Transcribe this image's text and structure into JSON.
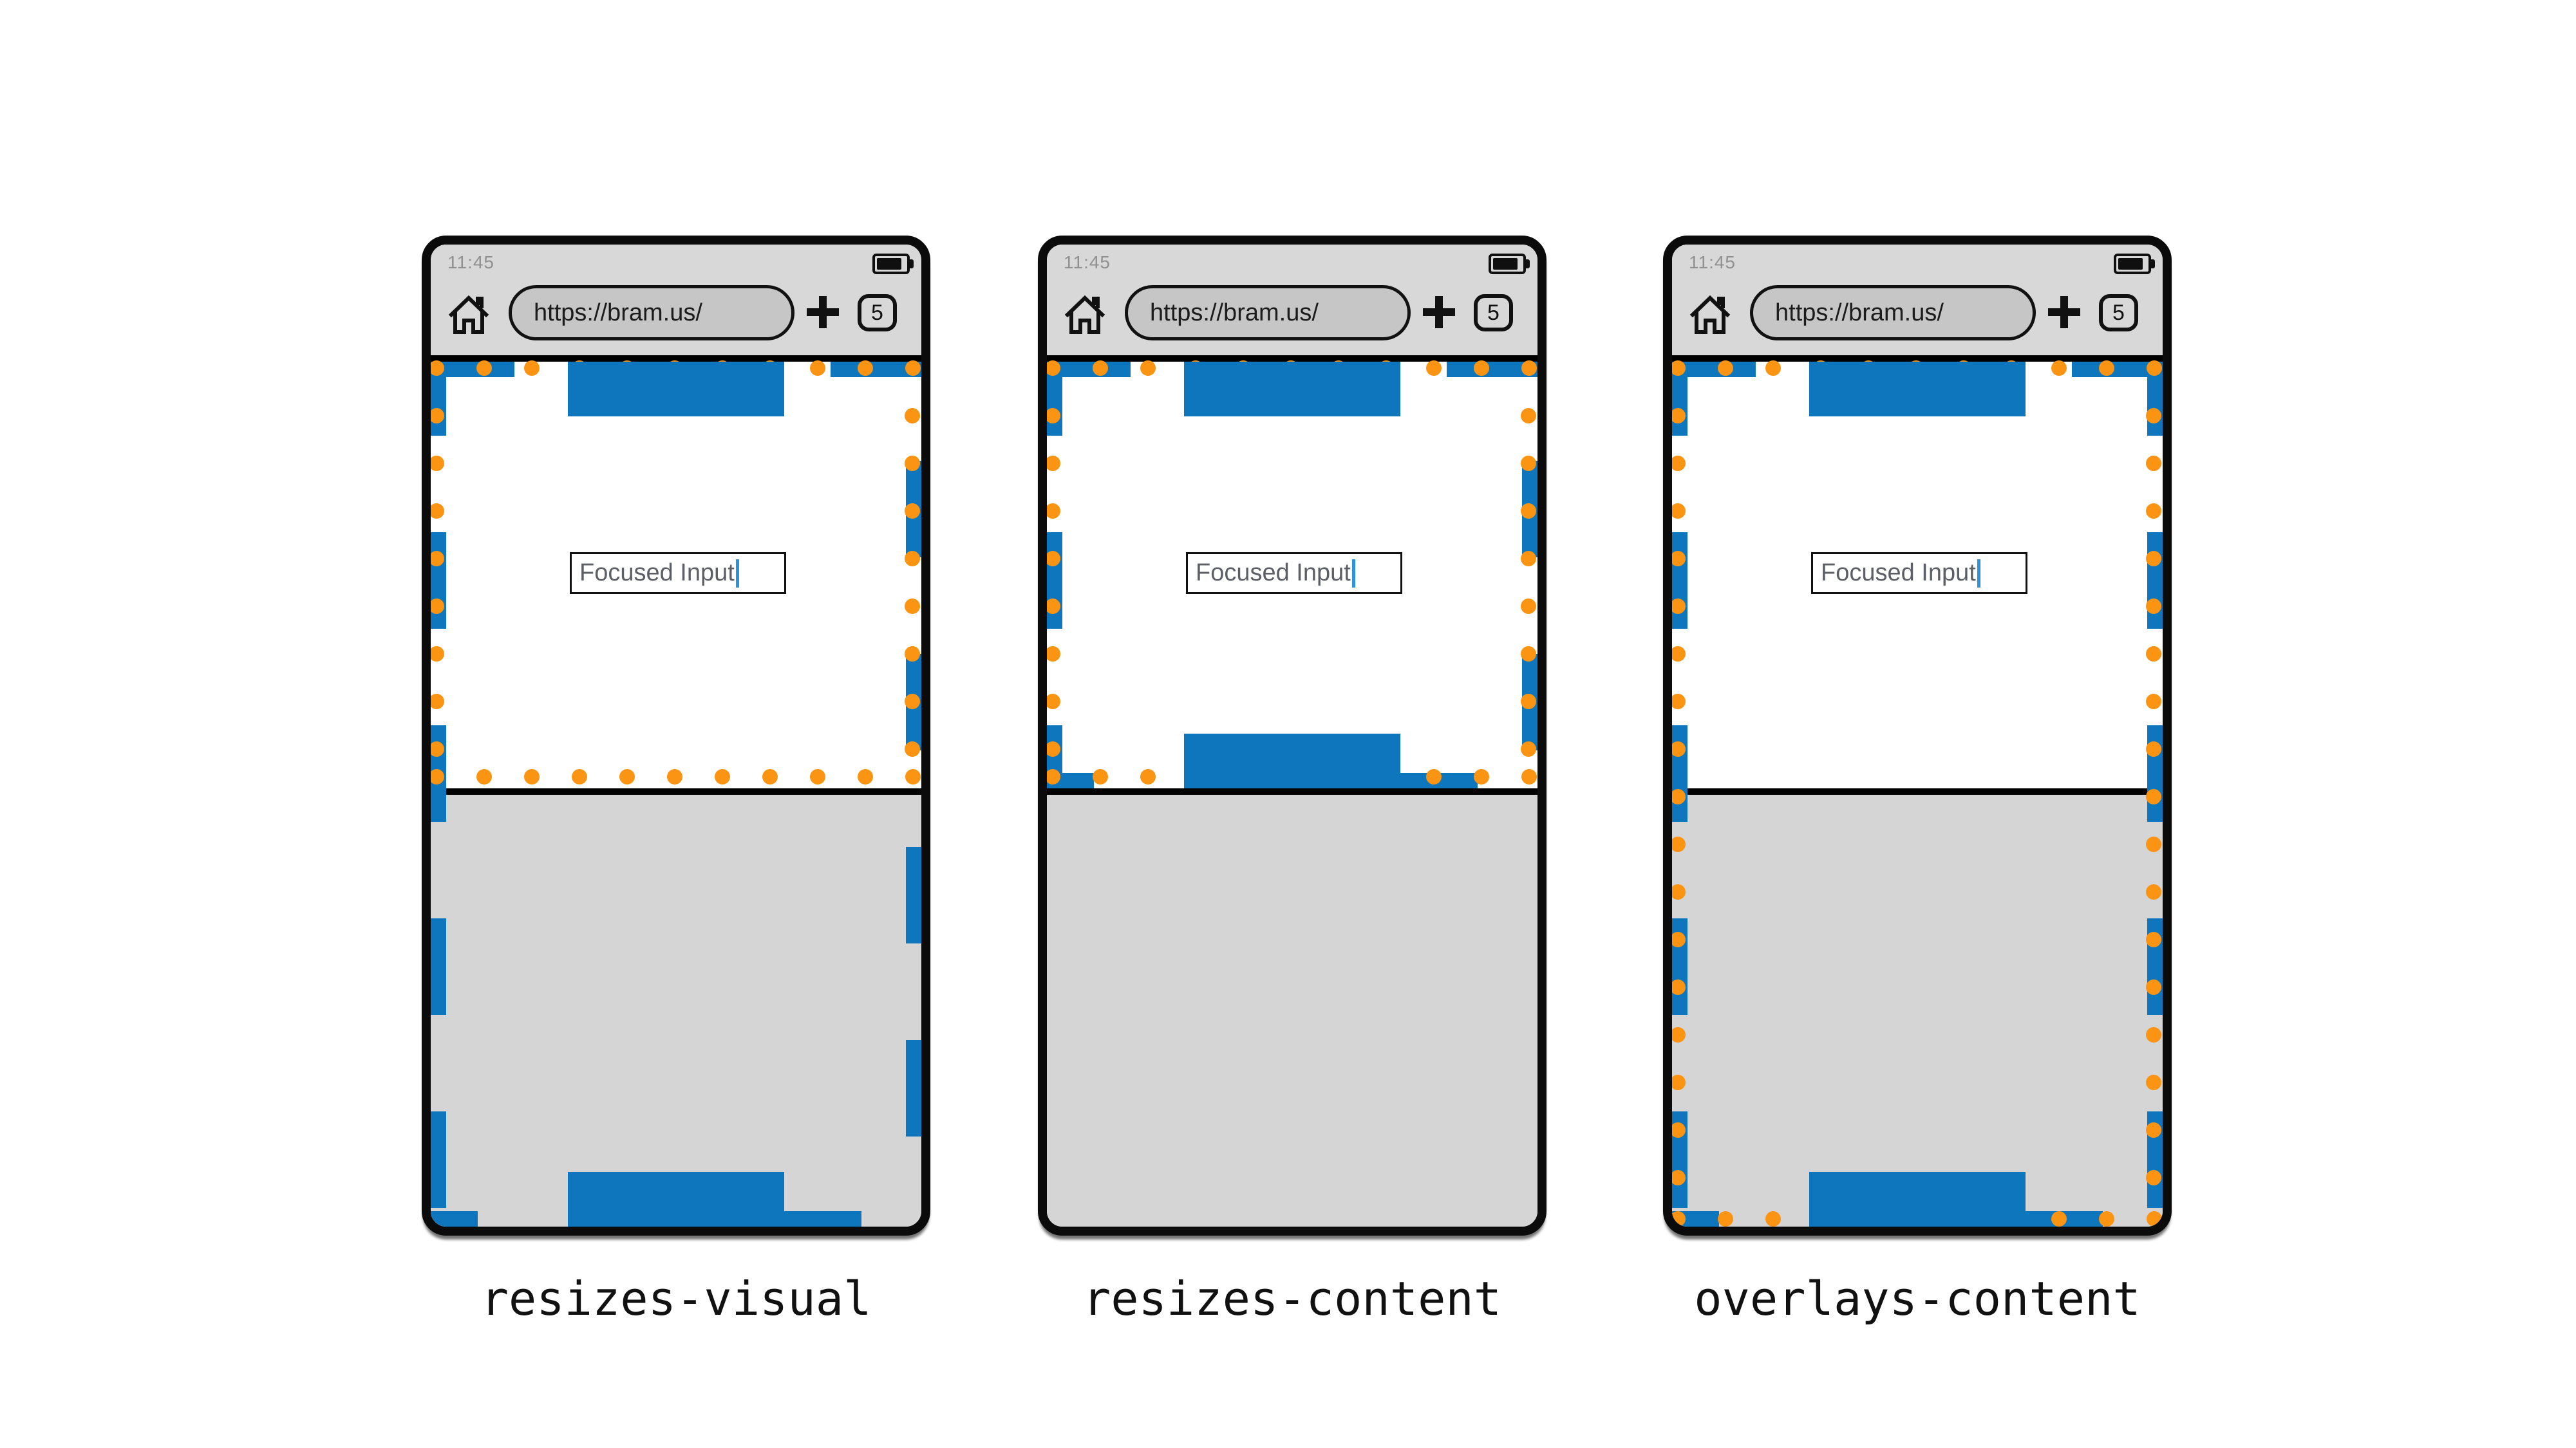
{
  "figure": {
    "phones": [
      {
        "label": "resizes-visual",
        "layout_viewport": "full-screen",
        "visual_viewport": "above-keyboard"
      },
      {
        "label": "resizes-content",
        "layout_viewport": "above-keyboard",
        "visual_viewport": "above-keyboard"
      },
      {
        "label": "overlays-content",
        "layout_viewport": "full-screen",
        "visual_viewport": "full-screen"
      }
    ]
  },
  "browser": {
    "status_time": "11:45",
    "url": "https://bram.us/",
    "new_tab_label": "+",
    "tab_count": "5"
  },
  "page": {
    "input_value": "Focused Input"
  },
  "icons": {
    "home": "home-icon",
    "battery": "battery-icon",
    "plus": "plus-icon",
    "caret": "text-caret"
  },
  "colors": {
    "blue": "#0e76bd",
    "orange": "#fa9412",
    "chrome_gray": "#d8d8d8",
    "keyboard_gray": "#d5d5d5",
    "url_pill_gray": "#c6c6c6",
    "caret_blue": "#2e93d9"
  }
}
